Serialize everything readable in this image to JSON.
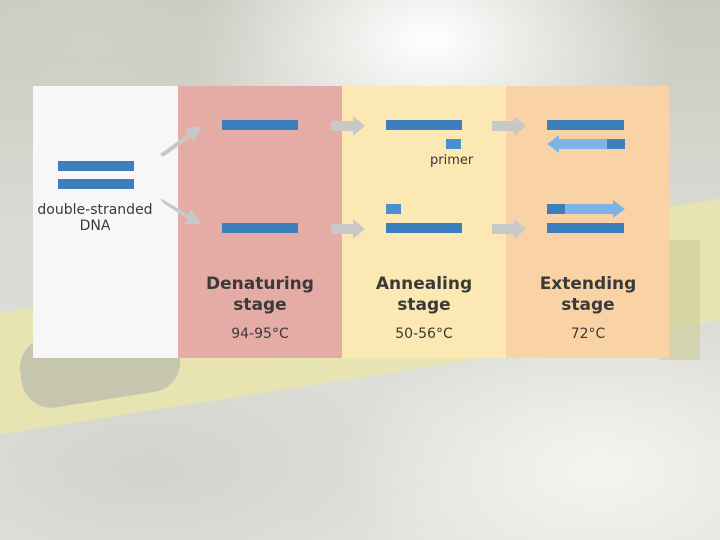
{
  "diagram": {
    "dna_label": "double-stranded DNA",
    "primer_label": "primer",
    "stages": [
      {
        "name": "Denaturing stage",
        "temp": "94-95°C",
        "color": "#e5aca6"
      },
      {
        "name": "Annealing stage",
        "temp": "50-56°C",
        "color": "#fce8b2"
      },
      {
        "name": "Extending stage",
        "temp": "72°C",
        "color": "#f9d3a6"
      }
    ],
    "colors": {
      "strand": "#3d7fbd",
      "new_strand": "#7cb4e8",
      "arrow": "#c8c8c8"
    }
  }
}
